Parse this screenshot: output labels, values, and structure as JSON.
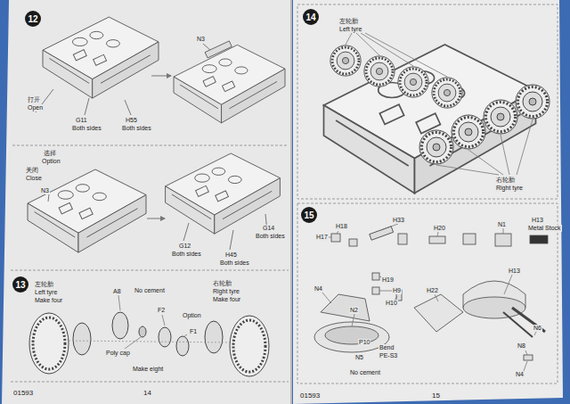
{
  "diagram": {
    "nodes": [
      {
        "text": [
          "12"
        ]
      },
      {
        "text": [
          "13"
        ]
      },
      {
        "text": [
          "14"
        ]
      },
      {
        "text": [
          "15"
        ]
      }
    ],
    "labels": [
      "打开",
      "Open",
      "G11",
      "Both sides",
      "H55",
      "Both sides",
      "N3",
      "选择",
      "Option",
      "关闭",
      "Close",
      "N3",
      "G12",
      "Both sides",
      "H45",
      "Both sides",
      "G14",
      "Both sides",
      "左轮胎",
      "Left tyre",
      "Make four",
      "A8",
      "No cement",
      "Poly cap",
      "F2",
      "Option",
      "F1",
      "Make eight",
      "右轮胎",
      "Right tyre",
      "Make four",
      "01593",
      "14",
      "左轮胎",
      "Left tyre",
      "右轮胎",
      "Right tyre",
      "H18",
      "H17",
      "H33",
      "H20",
      "N1",
      "H13",
      "Metal Stock",
      "H13",
      "H19",
      "H9",
      "H10",
      "N4",
      "N2",
      "H22",
      "P10",
      "Bend",
      "PE-S3",
      "N5",
      "No cement",
      "N6",
      "N8",
      "N4",
      "01593",
      "15"
    ]
  }
}
